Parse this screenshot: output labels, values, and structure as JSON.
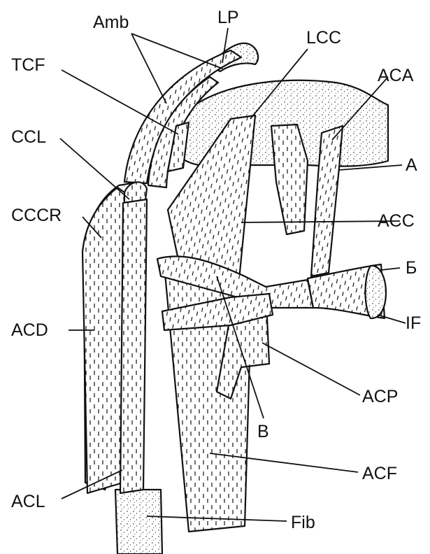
{
  "labels": {
    "amb": "Amb",
    "lp": "LP",
    "lcc": "LCC",
    "tcf": "TCF",
    "aca": "ACA",
    "ccl": "CCL",
    "a": "A",
    "cccr": "CCCR",
    "acc": "ACC",
    "b_cyr": "Б",
    "if": "IF",
    "acd": "ACD",
    "acp": "ACP",
    "b": "B",
    "acf": "ACF",
    "acl": "ACL",
    "fib": "Fib"
  },
  "colors": {
    "ink": "#111111",
    "paper": "#ffffff"
  }
}
